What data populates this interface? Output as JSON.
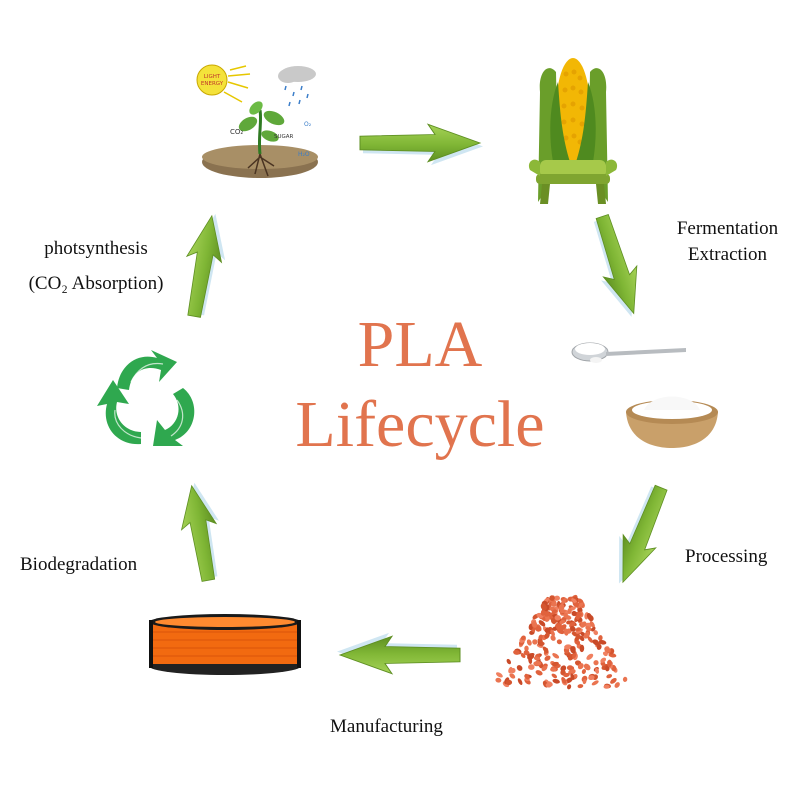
{
  "title": {
    "line1": "PLA",
    "line2": "Lifecycle"
  },
  "labels": {
    "photosynthesis_line1": "photsynthesis",
    "photosynthesis_line2": "(CO₂ Absorption)",
    "fermentation_line1": "Fermentation",
    "fermentation_line2": "Extraction",
    "processing": "Processing",
    "manufacturing": "Manufacturing",
    "biodegradation": "Biodegradation"
  },
  "photosynthesis_image": {
    "light": "LIGHT ENERGY",
    "co2": "CO₂",
    "sugar": "SUGAR",
    "o2": "O₂",
    "h2o": "H₂O"
  },
  "colors": {
    "title": "#e1744e",
    "arrow": "#7fb635",
    "arrow_dark": "#5e8f22",
    "recycle": "#2fa84f",
    "filament": "#f26a10",
    "pellets": "#e0623d",
    "corn": "#f2b705"
  }
}
